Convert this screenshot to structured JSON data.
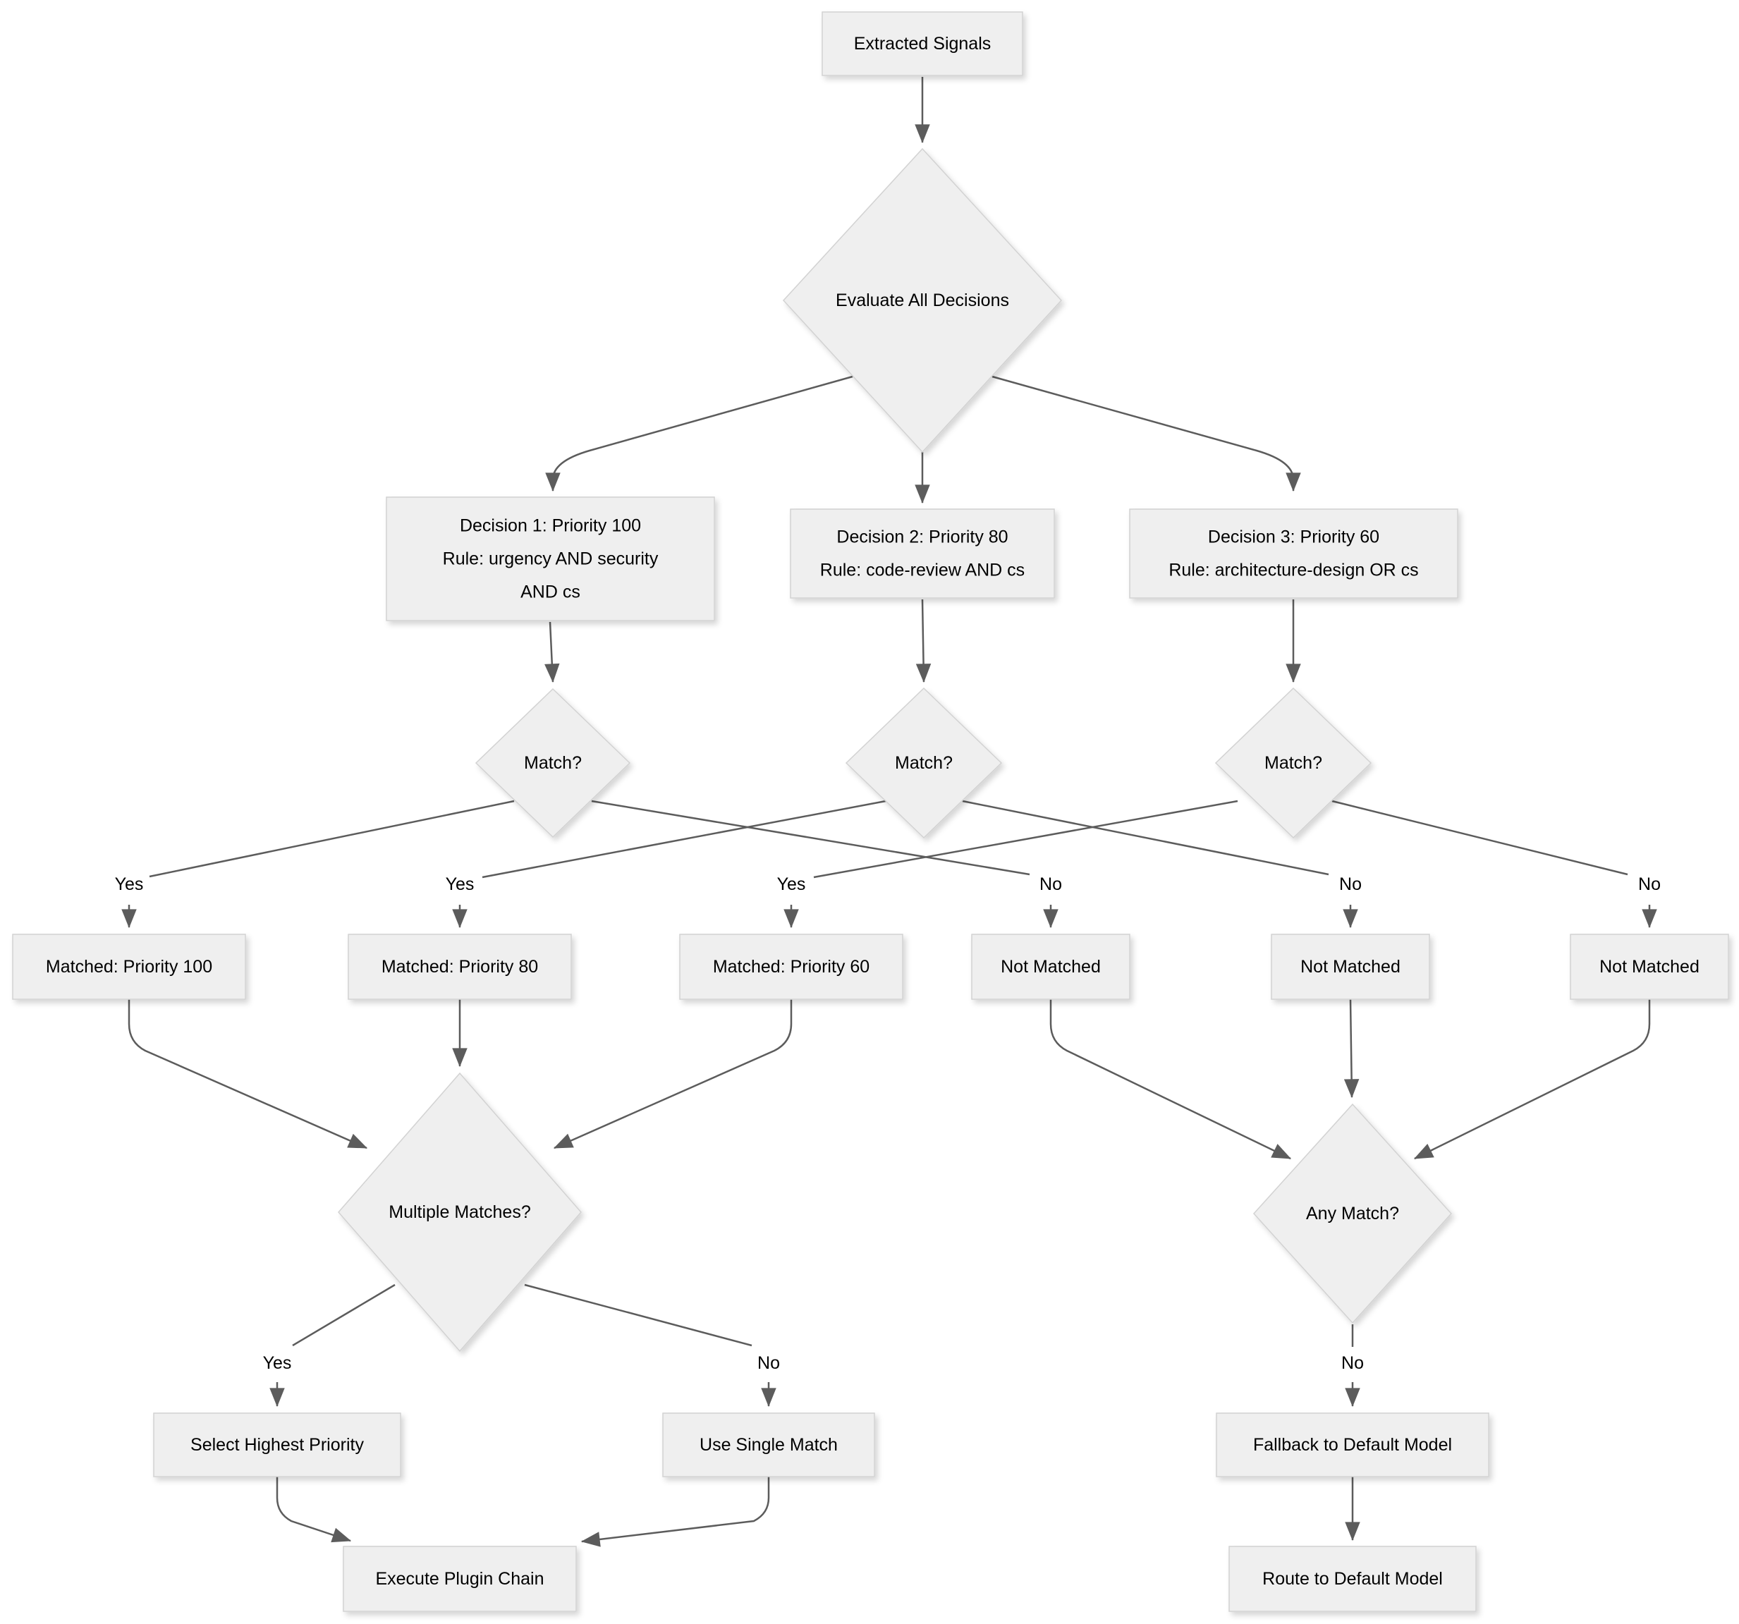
{
  "diagram": {
    "type": "flowchart",
    "background": "#ffffff",
    "colors": {
      "node_fill": "#efefef",
      "node_border": "#d2d2d2",
      "edge": "#5c5c5c",
      "text": "#000000"
    },
    "nodes": [
      {
        "id": "extracted-signals",
        "shape": "rect",
        "lines": [
          "Extracted Signals"
        ]
      },
      {
        "id": "evaluate-all-decisions",
        "shape": "diamond",
        "lines": [
          "Evaluate All Decisions"
        ]
      },
      {
        "id": "decision-1",
        "shape": "rect",
        "lines": [
          "Decision 1: Priority 100",
          "Rule: urgency AND security",
          "AND cs"
        ]
      },
      {
        "id": "decision-2",
        "shape": "rect",
        "lines": [
          "Decision 2: Priority 80",
          "Rule: code-review AND cs"
        ]
      },
      {
        "id": "decision-3",
        "shape": "rect",
        "lines": [
          "Decision 3: Priority 60",
          "Rule: architecture-design OR cs"
        ]
      },
      {
        "id": "match-1",
        "shape": "diamond",
        "lines": [
          "Match?"
        ]
      },
      {
        "id": "match-2",
        "shape": "diamond",
        "lines": [
          "Match?"
        ]
      },
      {
        "id": "match-3",
        "shape": "diamond",
        "lines": [
          "Match?"
        ]
      },
      {
        "id": "matched-priority-100",
        "shape": "rect",
        "lines": [
          "Matched: Priority 100"
        ]
      },
      {
        "id": "matched-priority-80",
        "shape": "rect",
        "lines": [
          "Matched: Priority 80"
        ]
      },
      {
        "id": "matched-priority-60",
        "shape": "rect",
        "lines": [
          "Matched: Priority 60"
        ]
      },
      {
        "id": "not-matched-1",
        "shape": "rect",
        "lines": [
          "Not Matched"
        ]
      },
      {
        "id": "not-matched-2",
        "shape": "rect",
        "lines": [
          "Not Matched"
        ]
      },
      {
        "id": "not-matched-3",
        "shape": "rect",
        "lines": [
          "Not Matched"
        ]
      },
      {
        "id": "multiple-matches",
        "shape": "diamond",
        "lines": [
          "Multiple Matches?"
        ]
      },
      {
        "id": "any-match",
        "shape": "diamond",
        "lines": [
          "Any Match?"
        ]
      },
      {
        "id": "select-highest-priority",
        "shape": "rect",
        "lines": [
          "Select Highest Priority"
        ]
      },
      {
        "id": "use-single-match",
        "shape": "rect",
        "lines": [
          "Use Single Match"
        ]
      },
      {
        "id": "fallback-to-default-model",
        "shape": "rect",
        "lines": [
          "Fallback to Default Model"
        ]
      },
      {
        "id": "execute-plugin-chain",
        "shape": "rect",
        "lines": [
          "Execute Plugin Chain"
        ]
      },
      {
        "id": "route-to-default-model",
        "shape": "rect",
        "lines": [
          "Route to Default Model"
        ]
      }
    ],
    "edges": [
      {
        "from": "extracted-signals",
        "to": "evaluate-all-decisions",
        "label": ""
      },
      {
        "from": "evaluate-all-decisions",
        "to": "decision-1",
        "label": ""
      },
      {
        "from": "evaluate-all-decisions",
        "to": "decision-2",
        "label": ""
      },
      {
        "from": "evaluate-all-decisions",
        "to": "decision-3",
        "label": ""
      },
      {
        "from": "decision-1",
        "to": "match-1",
        "label": ""
      },
      {
        "from": "decision-2",
        "to": "match-2",
        "label": ""
      },
      {
        "from": "decision-3",
        "to": "match-3",
        "label": ""
      },
      {
        "from": "match-1",
        "to": "matched-priority-100",
        "label": "Yes"
      },
      {
        "from": "match-2",
        "to": "matched-priority-80",
        "label": "Yes"
      },
      {
        "from": "match-3",
        "to": "matched-priority-60",
        "label": "Yes"
      },
      {
        "from": "match-1",
        "to": "not-matched-1",
        "label": "No"
      },
      {
        "from": "match-2",
        "to": "not-matched-2",
        "label": "No"
      },
      {
        "from": "match-3",
        "to": "not-matched-3",
        "label": "No"
      },
      {
        "from": "matched-priority-100",
        "to": "multiple-matches",
        "label": ""
      },
      {
        "from": "matched-priority-80",
        "to": "multiple-matches",
        "label": ""
      },
      {
        "from": "matched-priority-60",
        "to": "multiple-matches",
        "label": ""
      },
      {
        "from": "not-matched-1",
        "to": "any-match",
        "label": ""
      },
      {
        "from": "not-matched-2",
        "to": "any-match",
        "label": ""
      },
      {
        "from": "not-matched-3",
        "to": "any-match",
        "label": ""
      },
      {
        "from": "multiple-matches",
        "to": "select-highest-priority",
        "label": "Yes"
      },
      {
        "from": "multiple-matches",
        "to": "use-single-match",
        "label": "No"
      },
      {
        "from": "any-match",
        "to": "fallback-to-default-model",
        "label": "No"
      },
      {
        "from": "select-highest-priority",
        "to": "execute-plugin-chain",
        "label": ""
      },
      {
        "from": "use-single-match",
        "to": "execute-plugin-chain",
        "label": ""
      },
      {
        "from": "fallback-to-default-model",
        "to": "route-to-default-model",
        "label": ""
      }
    ]
  }
}
